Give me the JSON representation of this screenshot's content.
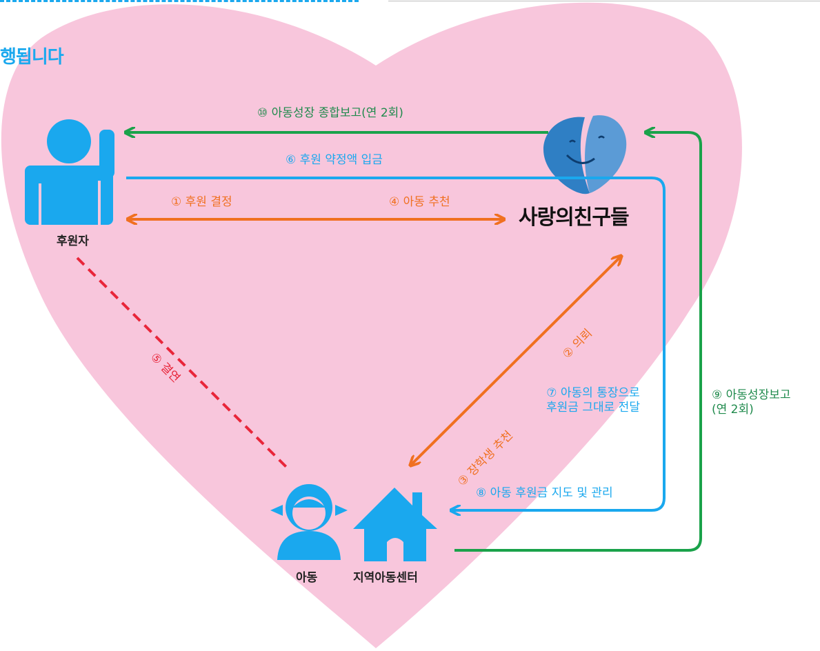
{
  "heading": "행됩니다",
  "nodes": {
    "sponsor": "후원자",
    "child": "아동",
    "center": "지역아동센터",
    "org": "사랑의친구들"
  },
  "flows": {
    "f10": "⑩ 아동성장 종합보고(연 2회)",
    "f6": "⑥ 후원 약정액 입금",
    "f1": "① 후원 결정",
    "f4": "④ 아동 추천",
    "f2": "② 의뢰",
    "f3": "③ 장학생 추천",
    "f5": "⑤ 결연",
    "f7_line1": "⑦ 아동의 통장으로",
    "f7_line2": "후원금 그대로 전달",
    "f8": "⑧ 아동 후원금 지도 및 관리",
    "f9_line1": "⑨ 아동성장보고",
    "f9_line2": "(연 2회)"
  },
  "colors": {
    "heart": "#f8c6dc",
    "blue": "#1aa8ee",
    "green": "#1aa24a",
    "orange": "#f07020",
    "red": "#e8263a"
  }
}
